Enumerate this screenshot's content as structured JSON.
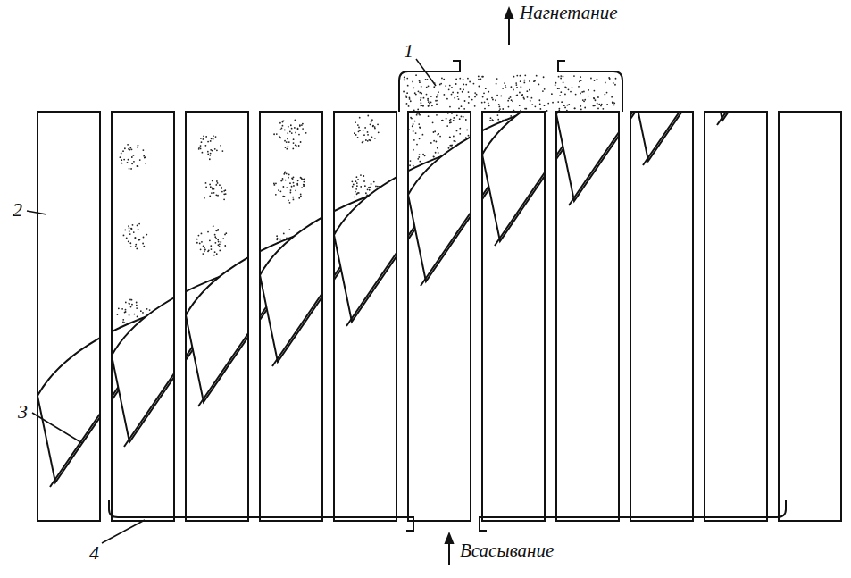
{
  "diagram": {
    "labels": [
      "Нагнетание",
      "1",
      "2",
      "3",
      "4",
      "Всасывание"
    ]
  }
}
